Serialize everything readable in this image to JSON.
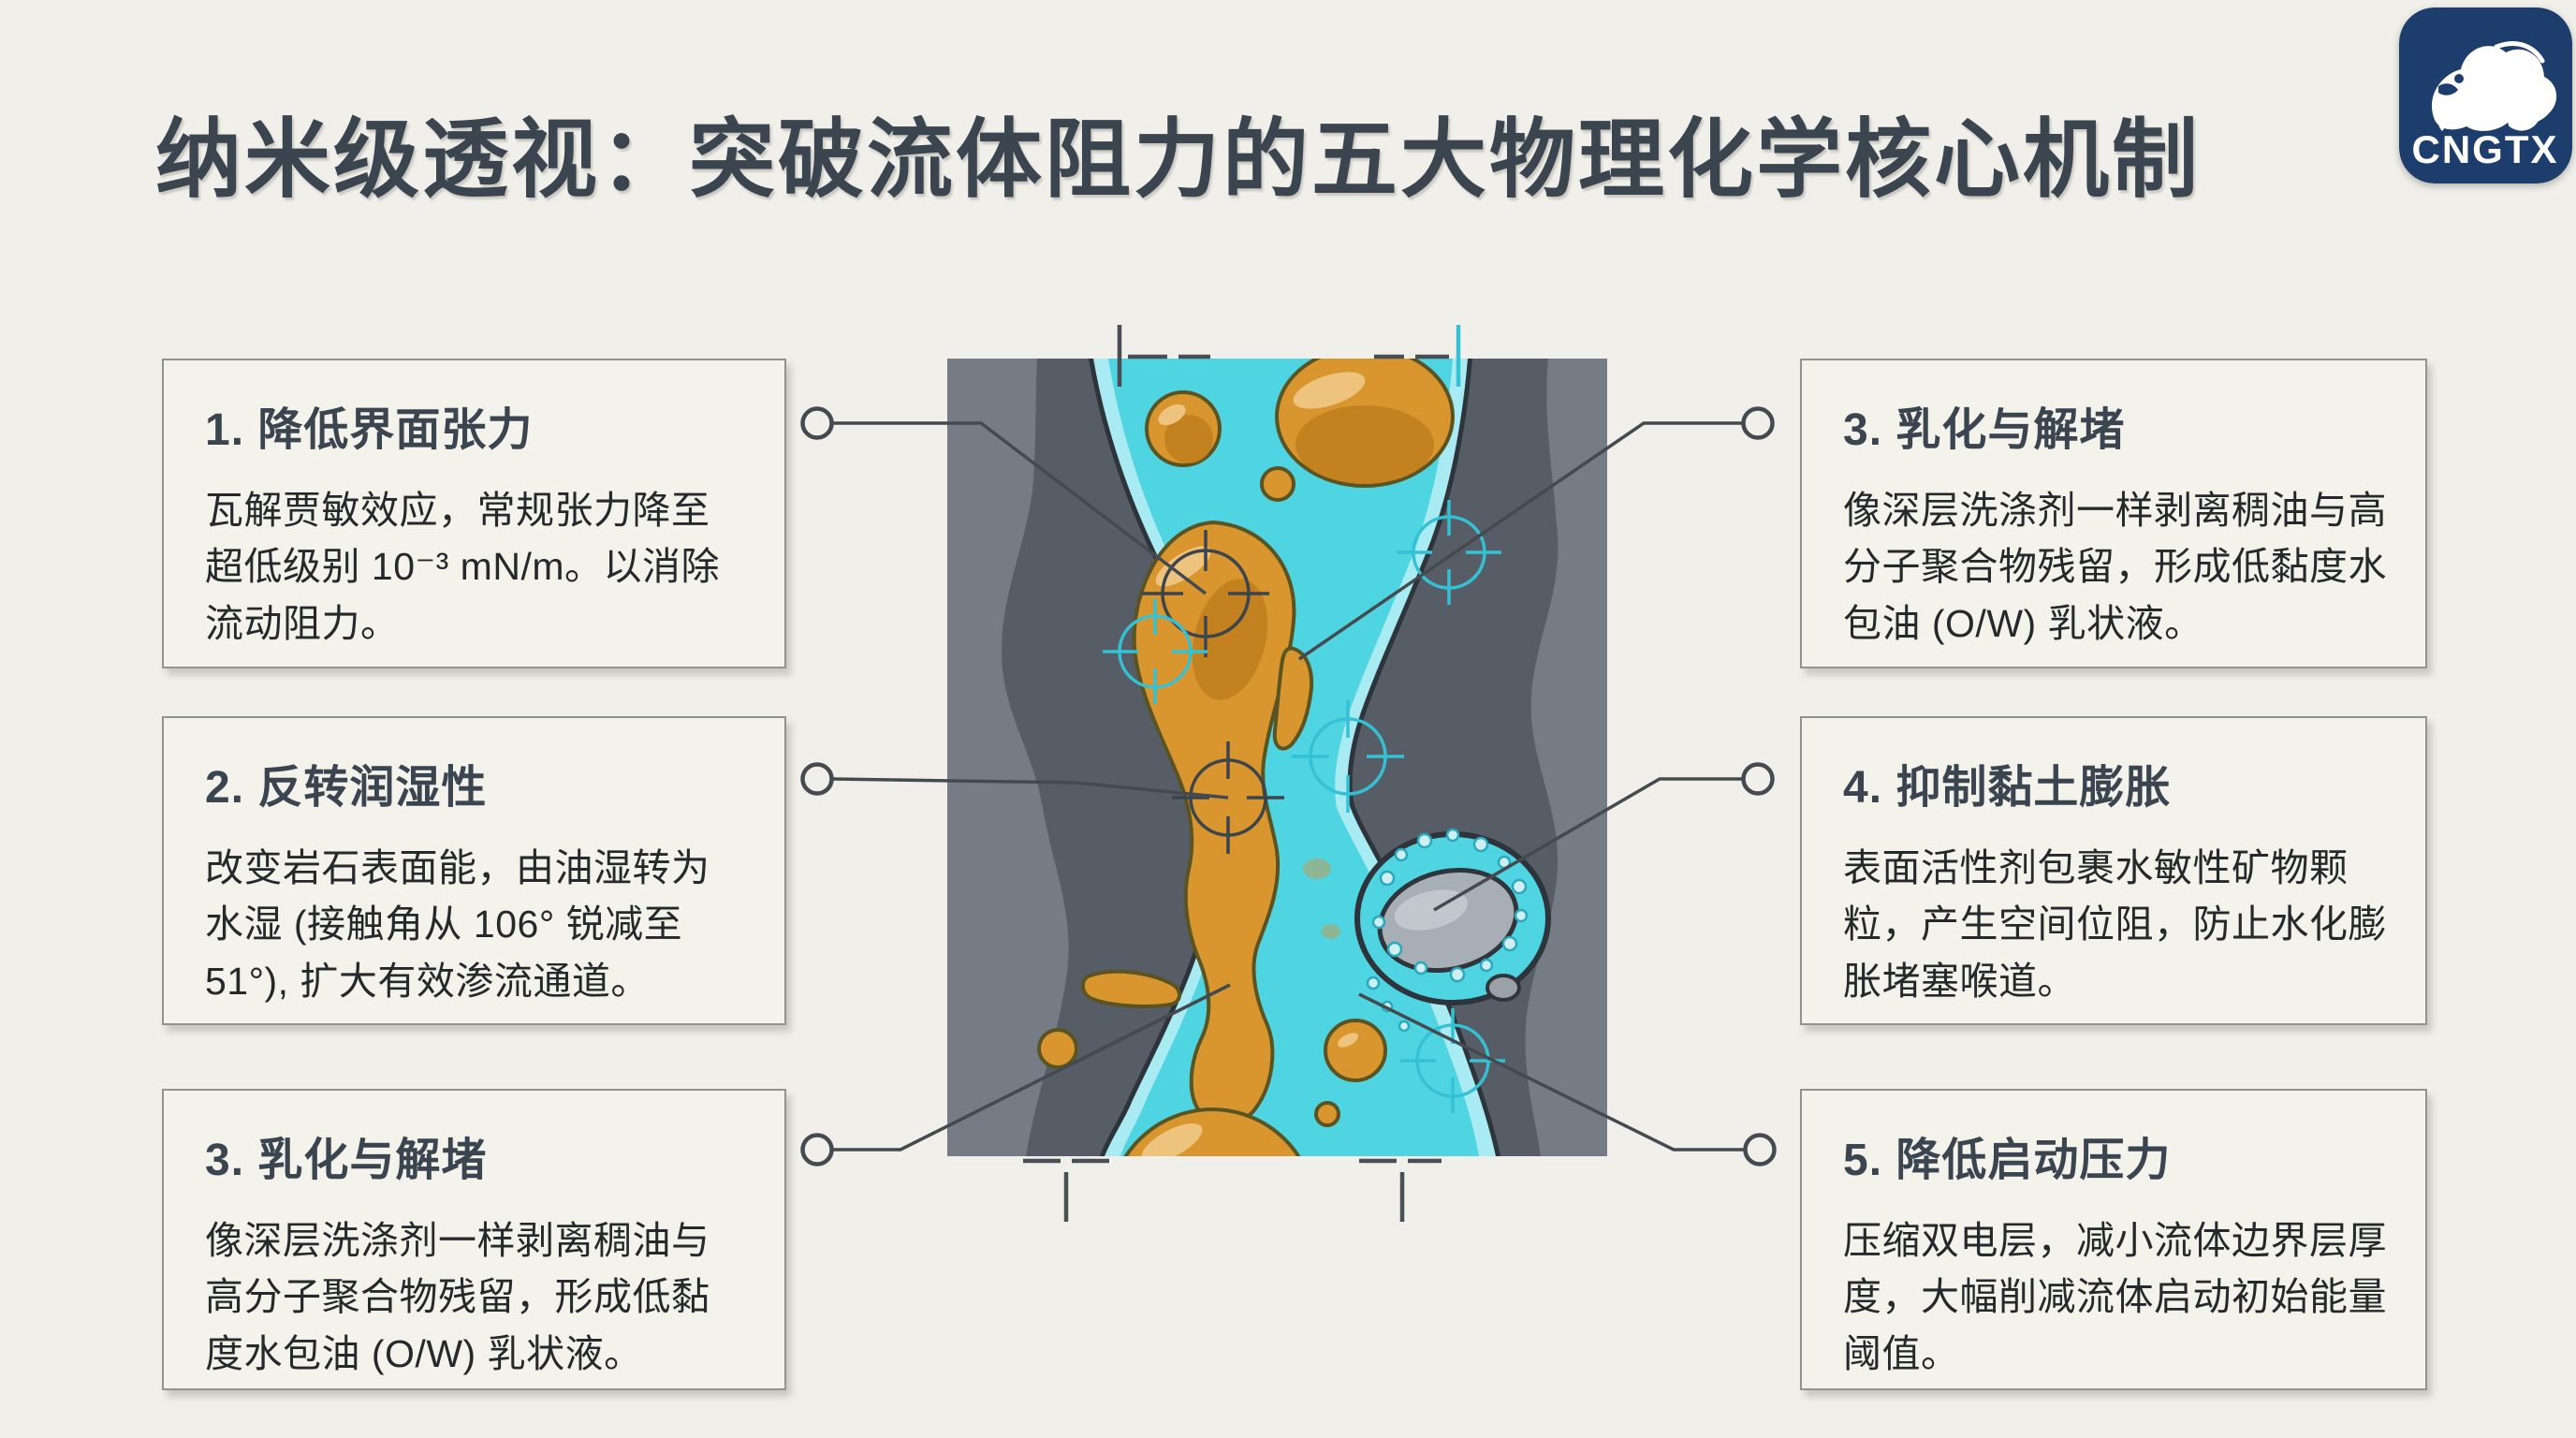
{
  "page": {
    "title": "纳米级透视：突破流体阻力的五大物理化学核心机制",
    "background": "#f0efe9"
  },
  "logo": {
    "text": "CNGTX"
  },
  "cards": {
    "left": [
      {
        "heading": "1. 降低界面张力",
        "body": "瓦解贾敏效应，常规张力降至超低级别 10⁻³ mN/m。以消除流动阻力。"
      },
      {
        "heading": "2. 反转润湿性",
        "body": "改变岩石表面能，由油湿转为水湿 (接触角从 106° 锐减至 51°), 扩大有效渗流通道。"
      },
      {
        "heading": "3. 乳化与解堵",
        "body": "像深层洗涤剂一样剥离稠油与高分子聚合物残留，形成低黏度水包油 (O/W) 乳状液。"
      }
    ],
    "right": [
      {
        "heading": "3. 乳化与解堵",
        "body": "像深层洗涤剂一样剥离稠油与高分子聚合物残留，形成低黏度水包油 (O/W) 乳状液。"
      },
      {
        "heading": "4. 抑制黏土膨胀",
        "body": "表面活性剂包裹水敏性矿物颗粒，产生空间位阻，防止水化膨胀堵塞喉道。"
      },
      {
        "heading": "5. 降低启动压力",
        "body": "压缩双电层，减小流体边界层厚度，大幅削减流体启动初始能量阈值。"
      }
    ]
  },
  "colors": {
    "background": "#f0efe9",
    "title_text": "#3b4550",
    "card_bg": "#f3f2eb",
    "card_border": "#90948f",
    "heading_text": "#3a4550",
    "body_text": "#26292c",
    "logo_bg": "#1d3e6d",
    "logo_fg": "#ffffff",
    "rock_outer": "#767c85",
    "rock_inner": "#575d66",
    "channel_lining": "#2e343b",
    "fluid": "#4fd4e2",
    "fluid_edge": "#a9ebf2",
    "oil": "#d9962f",
    "oil_outline": "#5a5322",
    "marker_cyan": "#35c1d4",
    "marker_dark": "#3d444c",
    "connector": "#454a51",
    "clay": "#a8aeb5"
  }
}
